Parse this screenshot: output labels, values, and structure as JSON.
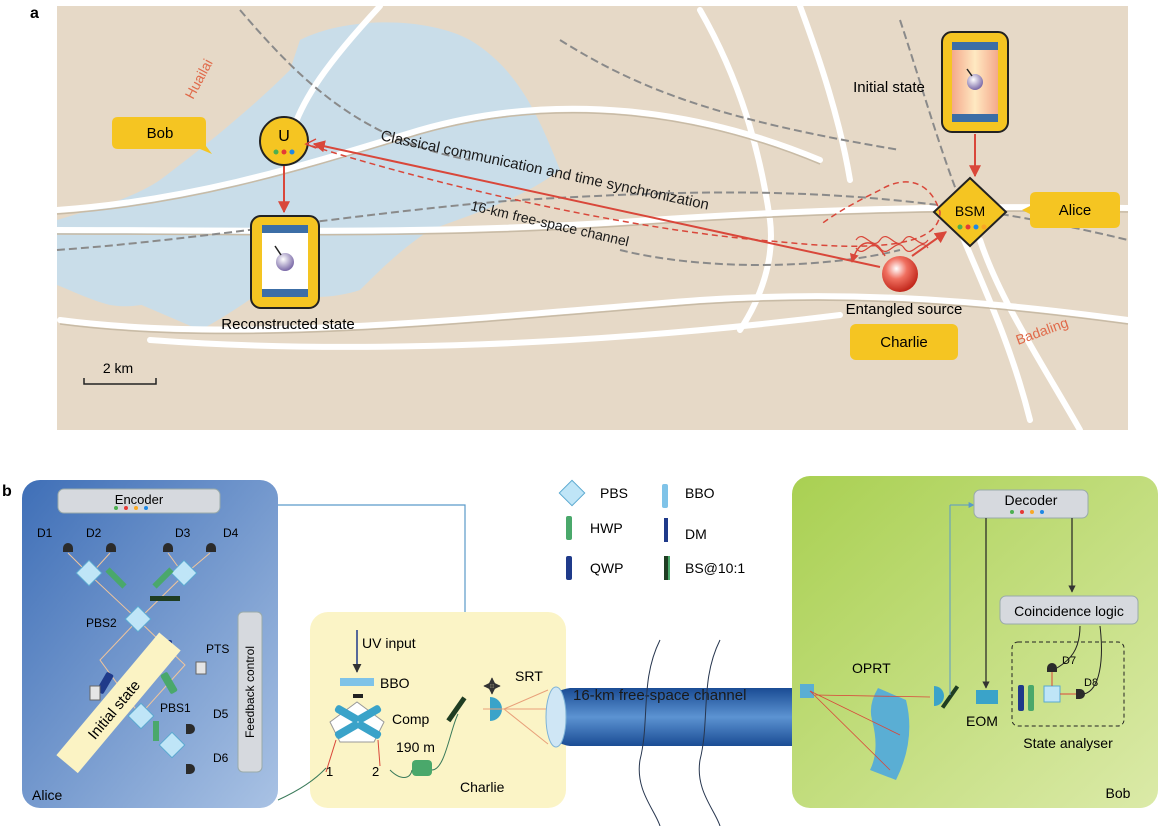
{
  "panel_a": {
    "letter": "a",
    "place_huailai": "Huailai",
    "place_badaling": "Badaling",
    "bob_label": "Bob",
    "alice_label": "Alice",
    "charlie_label": "Charlie",
    "u_label": "U",
    "bsm_label": "BSM",
    "initial_state": "Initial state",
    "reconstructed_state": "Reconstructed state",
    "entangled_source": "Entangled source",
    "classical_channel": "Classical communication and time synchronization",
    "free_space_channel": "16-km free-space channel",
    "scale_bar": "2 km"
  },
  "panel_b": {
    "letter": "b",
    "alice": {
      "name": "Alice",
      "encoder": "Encoder",
      "detectors": [
        "D1",
        "D2",
        "D3",
        "D4",
        "D5",
        "D6"
      ],
      "pbs2": "PBS2",
      "pbs1": "PBS1",
      "pts": "PTS",
      "feedback": "Feedback control",
      "initial_state": "Initial state"
    },
    "charlie": {
      "name": "Charlie",
      "uv_input": "UV input",
      "bbo": "BBO",
      "comp": "Comp",
      "fiber": "190 m",
      "port1": "1",
      "port2": "2",
      "srt": "SRT"
    },
    "legend": {
      "pbs": "PBS",
      "hwp": "HWP",
      "qwp": "QWP",
      "bbo": "BBO",
      "dm": "DM",
      "bs": "BS@10:1"
    },
    "channel": "16-km free-space channel",
    "bob": {
      "name": "Bob",
      "decoder": "Decoder",
      "coincidence": "Coincidence logic",
      "oprt": "OPRT",
      "eom": "EOM",
      "state_analyser": "State analyser",
      "d7": "D7",
      "d8": "D8"
    }
  },
  "colors": {
    "map_land": "#e8dccb",
    "water": "#c9dde9",
    "label_yellow": "#f5c522",
    "red_path": "#d9473a",
    "alice_panel": "#4f7ec0",
    "charlie_panel": "#fbf4c6",
    "bob_panel": "#b9d96a",
    "beam": "#1f5aa8"
  }
}
